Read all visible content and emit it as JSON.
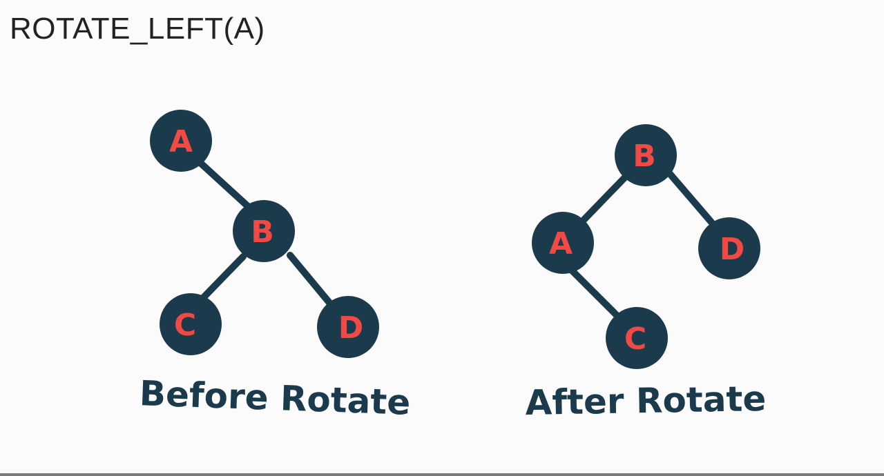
{
  "title": "ROTATE_LEFT(A)",
  "colors": {
    "node_fill": "#1b3a4b",
    "node_label": "#f14a45",
    "edge": "#1b3a4b",
    "caption": "#1b3a4b",
    "background": "#fbfbfb"
  },
  "trees": [
    {
      "caption": "Before Rotate",
      "nodes": [
        "A",
        "B",
        "C",
        "D"
      ],
      "edges": [
        [
          "A",
          "B"
        ],
        [
          "B",
          "C"
        ],
        [
          "B",
          "D"
        ]
      ]
    },
    {
      "caption": "After Rotate",
      "nodes": [
        "B",
        "A",
        "D",
        "C"
      ],
      "edges": [
        [
          "B",
          "A"
        ],
        [
          "B",
          "D"
        ],
        [
          "A",
          "C"
        ]
      ]
    }
  ]
}
